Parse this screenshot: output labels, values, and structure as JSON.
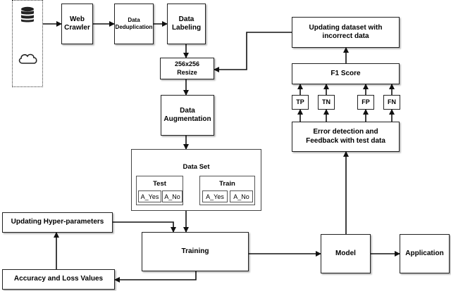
{
  "boxes": {
    "web_crawler": "Web\nCrawler",
    "data_deduplication": "Data\nDeduplication",
    "data_labeling": "Data\nLabeling",
    "resize": "256x256\nResize",
    "data_augmentation": "Data\nAugmentation",
    "updating_dataset": "Updating dataset with\nincorrect data",
    "f1_score": "F1 Score",
    "error_detection": "Error detection and\nFeedback with test data",
    "updating_hyper": "Updating Hyper-parameters",
    "training": "Training",
    "model": "Model",
    "application": "Application",
    "accuracy_loss": "Accuracy and Loss Values"
  },
  "metrics": [
    "TP",
    "TN",
    "FP",
    "FN"
  ],
  "dataset": {
    "title": "Data Set",
    "test": {
      "title": "Test",
      "cells": [
        "A_Yes",
        "A_No"
      ]
    },
    "train": {
      "title": "Train",
      "cells": [
        "A_Yes",
        "A_No"
      ]
    }
  },
  "icons": [
    "database-icon",
    "cloud-icon"
  ]
}
